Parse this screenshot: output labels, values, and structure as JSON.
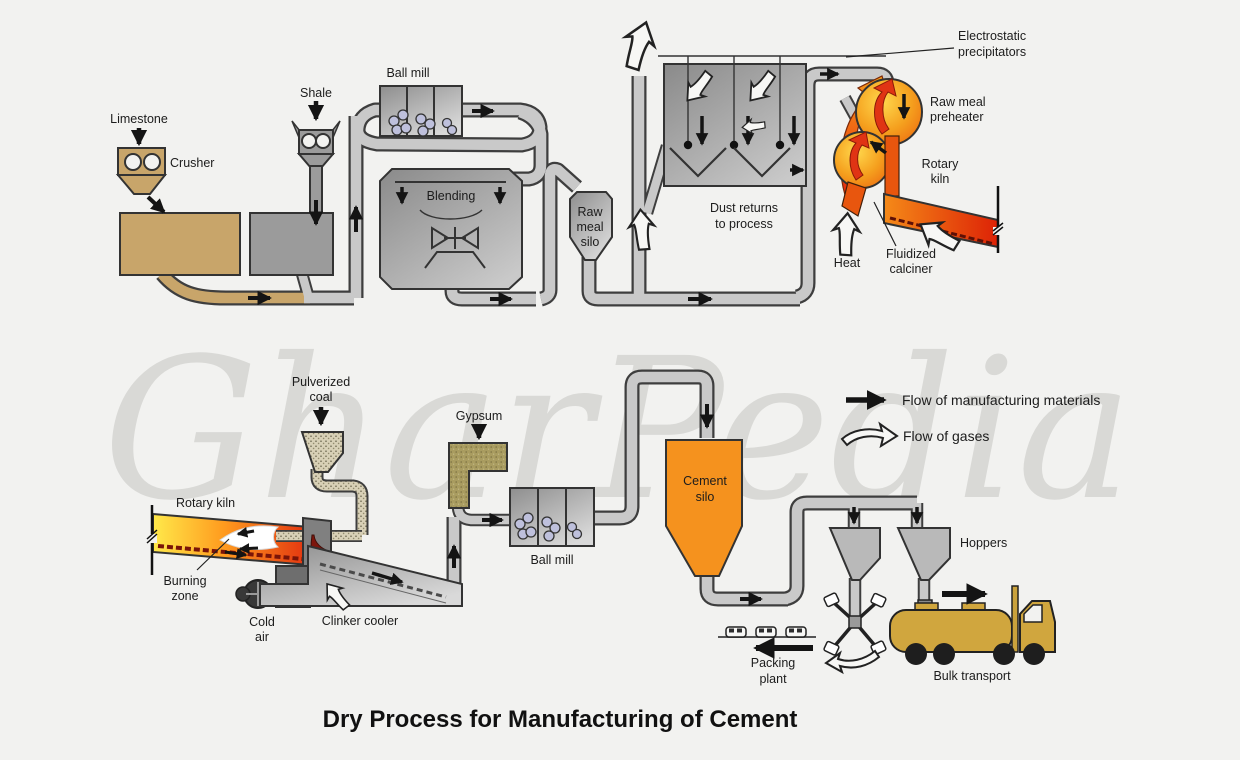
{
  "title": "Dry Process for Manufacturing of Cement",
  "watermark": "GharPedia",
  "legend": {
    "materials": "Flow of manufacturing materials",
    "gases": "Flow of gases"
  },
  "labels": {
    "limestone": [
      "Limestone"
    ],
    "crusher": [
      "Crusher"
    ],
    "shale": [
      "Shale"
    ],
    "ball_mill_top": [
      "Ball mill"
    ],
    "blending": [
      "Blending"
    ],
    "raw_meal_silo": [
      "Raw",
      "meal",
      "silo"
    ],
    "electrostatic": [
      "Electrostatic",
      "precipitators"
    ],
    "dust_returns": [
      "Dust returns",
      "to process"
    ],
    "raw_meal_preheater": [
      "Raw meal",
      "preheater"
    ],
    "rotary_kiln_top": [
      "Rotary",
      "kiln"
    ],
    "heat": [
      "Heat"
    ],
    "fluidized_calciner": [
      "Fluidized",
      "calciner"
    ],
    "pulverized_coal": [
      "Pulverized",
      "coal"
    ],
    "rotary_kiln_bottom": [
      "Rotary kiln"
    ],
    "burning_zone": [
      "Burning",
      "zone"
    ],
    "cold_air": [
      "Cold",
      "air"
    ],
    "clinker_cooler": [
      "Clinker cooler"
    ],
    "gypsum": [
      "Gypsum"
    ],
    "ball_mill_bottom": [
      "Ball mill"
    ],
    "cement_silo": [
      "Cement",
      "silo"
    ],
    "hoppers": [
      "Hoppers"
    ],
    "packing_plant": [
      "Packing",
      "plant"
    ],
    "bulk_transport": [
      "Bulk transport"
    ]
  },
  "colors": {
    "background": "#f2f2f0",
    "limestone_tan": "#c8a56a",
    "shale_gray": "#9b9b9b",
    "ball_lavender": "#bec0dc",
    "silo_orange": "#f5921e",
    "kiln_yellow": "#ffe94a",
    "kiln_orange": "#ff9b1e",
    "kiln_red": "#e23210",
    "flame_red": "#e03414",
    "clinker_maroon": "#7d150c",
    "gypsum_khaki": "#a99c60",
    "coal_speckle": "#d8d0b6",
    "truck_gold": "#d0a63e",
    "text_dark": "#1c1c1c"
  }
}
